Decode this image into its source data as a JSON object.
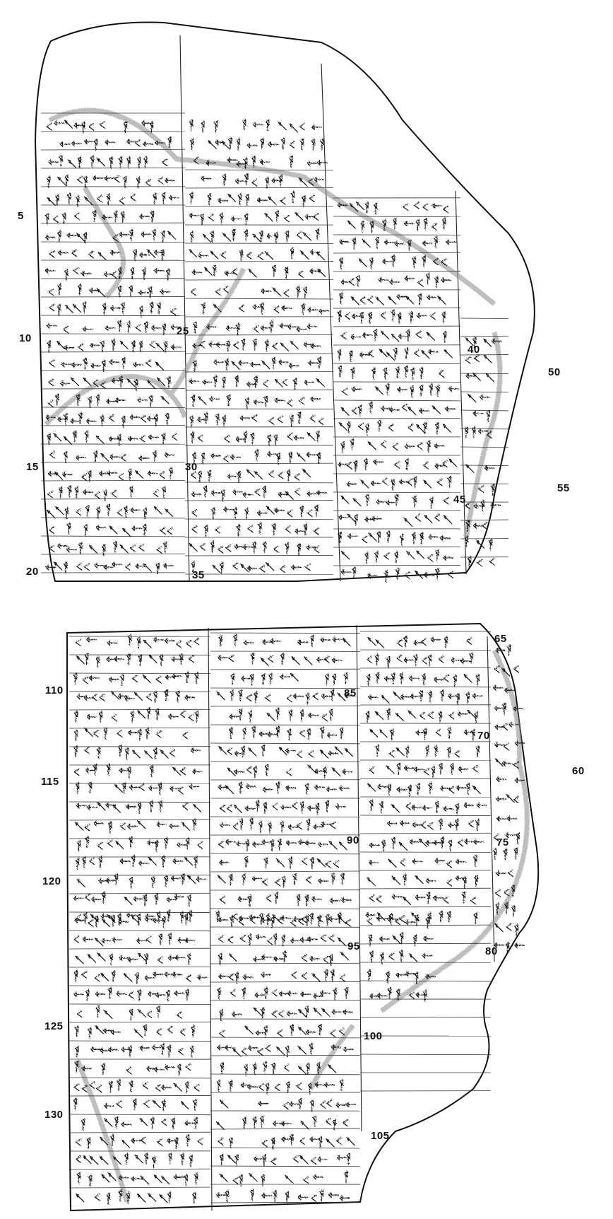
{
  "figure": {
    "kind": "hand-drawn copy of a cuneiform tablet",
    "ink_color": "#111111",
    "shading_color": "#8a8a8a",
    "line_numbers": [
      "5",
      "10",
      "15",
      "20",
      "25",
      "30",
      "35",
      "40",
      "45",
      "50",
      "55",
      "60",
      "65",
      "70",
      "75",
      "80",
      "85",
      "90",
      "95",
      "100",
      "105",
      "110",
      "115",
      "120",
      "125",
      "130"
    ]
  }
}
